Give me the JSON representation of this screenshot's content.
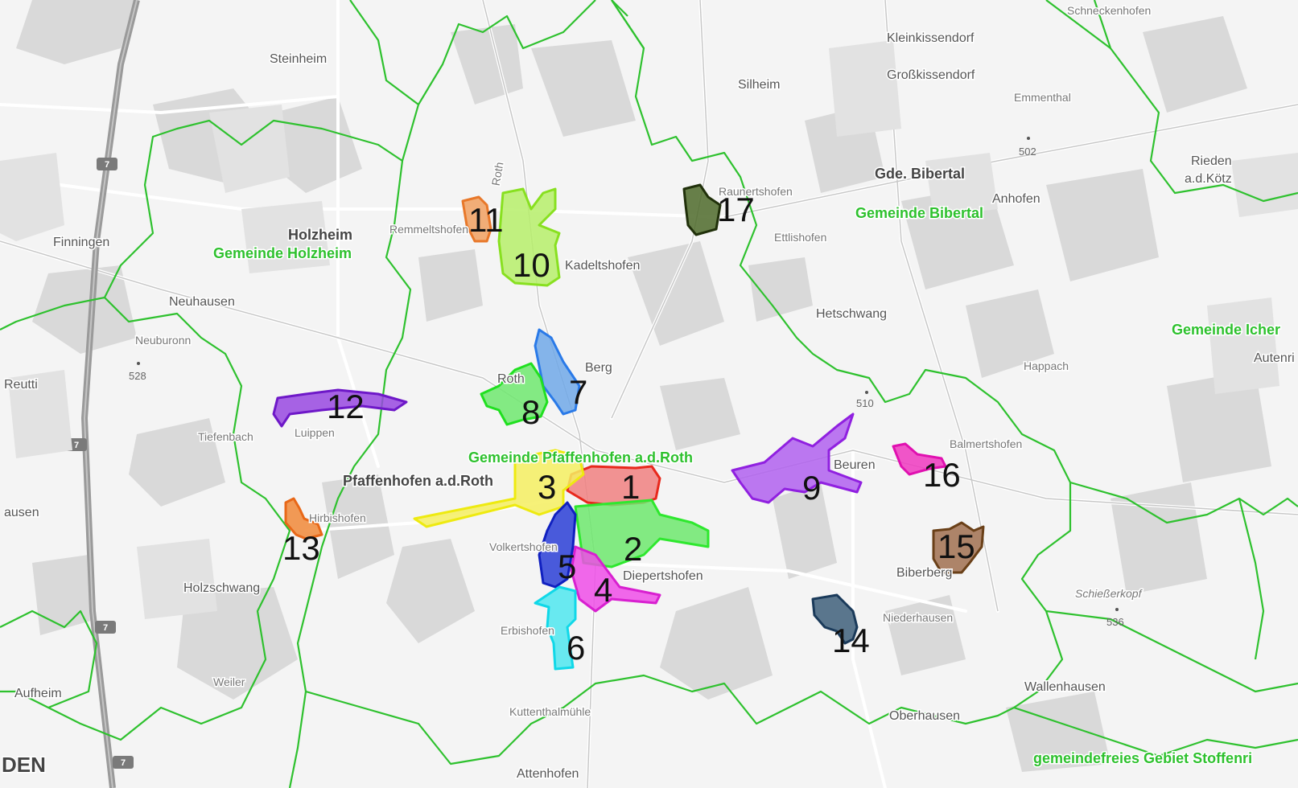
{
  "map": {
    "colors": {
      "background": "#f4f4f4",
      "forest": "#d9d9d9",
      "road": "#ffffff",
      "motorway": "#9a9a9a",
      "boundary": "#2ec12e"
    },
    "places": [
      {
        "name": "Steinheim",
        "style": "place"
      },
      {
        "name": "Finningen",
        "style": "place"
      },
      {
        "name": "Holzheim",
        "style": "major"
      },
      {
        "name": "Neuhausen",
        "style": "place"
      },
      {
        "name": "Neuburonn",
        "style": "small"
      },
      {
        "name": "Reutti",
        "style": "place"
      },
      {
        "name": "Tiefenbach",
        "style": "small"
      },
      {
        "name": "Luippen",
        "style": "small"
      },
      {
        "name": "ausen",
        "style": "place"
      },
      {
        "name": "Hirbishofen",
        "style": "small"
      },
      {
        "name": "Holzschwang",
        "style": "place"
      },
      {
        "name": "Aufheim",
        "style": "place"
      },
      {
        "name": "Weiler",
        "style": "small"
      },
      {
        "name": "DEN",
        "style": "major"
      },
      {
        "name": "Remmeltshofen",
        "style": "small"
      },
      {
        "name": "Kadeltshofen",
        "style": "place"
      },
      {
        "name": "Roth",
        "style": "place"
      },
      {
        "name": "Berg",
        "style": "place"
      },
      {
        "name": "Pfaffenhofen a.d.Roth",
        "style": "major"
      },
      {
        "name": "Volkertshofen",
        "style": "small"
      },
      {
        "name": "Diepertshofen",
        "style": "place"
      },
      {
        "name": "Erbishofen",
        "style": "small"
      },
      {
        "name": "Kuttenthalmühle",
        "style": "small"
      },
      {
        "name": "Attenhofen",
        "style": "place"
      },
      {
        "name": "Silheim",
        "style": "place"
      },
      {
        "name": "Raunertshofen",
        "style": "small"
      },
      {
        "name": "Ettlishofen",
        "style": "small"
      },
      {
        "name": "Hetschwang",
        "style": "place"
      },
      {
        "name": "Kleinkissendorf",
        "style": "place"
      },
      {
        "name": "Großkissendorf",
        "style": "place"
      },
      {
        "name": "Schneckenhofen",
        "style": "small"
      },
      {
        "name": "Emmenthal",
        "style": "small"
      },
      {
        "name": "Gde. Bibertal",
        "style": "major"
      },
      {
        "name": "Anhofen",
        "style": "place"
      },
      {
        "name": "Rieden",
        "style": "place"
      },
      {
        "name": "a.d.Kötz",
        "style": "place"
      },
      {
        "name": "Happach",
        "style": "small"
      },
      {
        "name": "Autenri",
        "style": "place"
      },
      {
        "name": "Beuren",
        "style": "place"
      },
      {
        "name": "Balmertshofen",
        "style": "small"
      },
      {
        "name": "Biberberg",
        "style": "place"
      },
      {
        "name": "Schießerkopf",
        "style": "small"
      },
      {
        "name": "Niederhausen",
        "style": "small"
      },
      {
        "name": "Wallenhausen",
        "style": "place"
      },
      {
        "name": "Oberhausen",
        "style": "place"
      },
      {
        "name": "Roth",
        "style": "small"
      }
    ],
    "municipalities": [
      "Gemeinde Holzheim",
      "Gemeinde Pfaffenhofen a.d.Roth",
      "Gemeinde Bibertal",
      "Gemeinde Icher",
      "gemeindefreies Gebiet Stoffenri"
    ],
    "heights": [
      "528",
      "502",
      "510",
      "536"
    ],
    "motorway_shield": "7",
    "areas": [
      {
        "id": "1",
        "color": "#f08080"
      },
      {
        "id": "2",
        "color": "#6de86d"
      },
      {
        "id": "3",
        "color": "#f5ee60"
      },
      {
        "id": "4",
        "color": "#ee4ee8"
      },
      {
        "id": "5",
        "color": "#2a3ed6"
      },
      {
        "id": "6",
        "color": "#4fe6ee"
      },
      {
        "id": "7",
        "color": "#70a8e8"
      },
      {
        "id": "8",
        "color": "#6ee86e"
      },
      {
        "id": "9",
        "color": "#b060ee"
      },
      {
        "id": "10",
        "color": "#b6ee6a"
      },
      {
        "id": "11",
        "color": "#f0a060"
      },
      {
        "id": "12",
        "color": "#9848e0"
      },
      {
        "id": "13",
        "color": "#f08838"
      },
      {
        "id": "14",
        "color": "#3e5f7a"
      },
      {
        "id": "15",
        "color": "#a07050"
      },
      {
        "id": "16",
        "color": "#ee38c0"
      },
      {
        "id": "17",
        "color": "#4e6a2a"
      }
    ]
  }
}
